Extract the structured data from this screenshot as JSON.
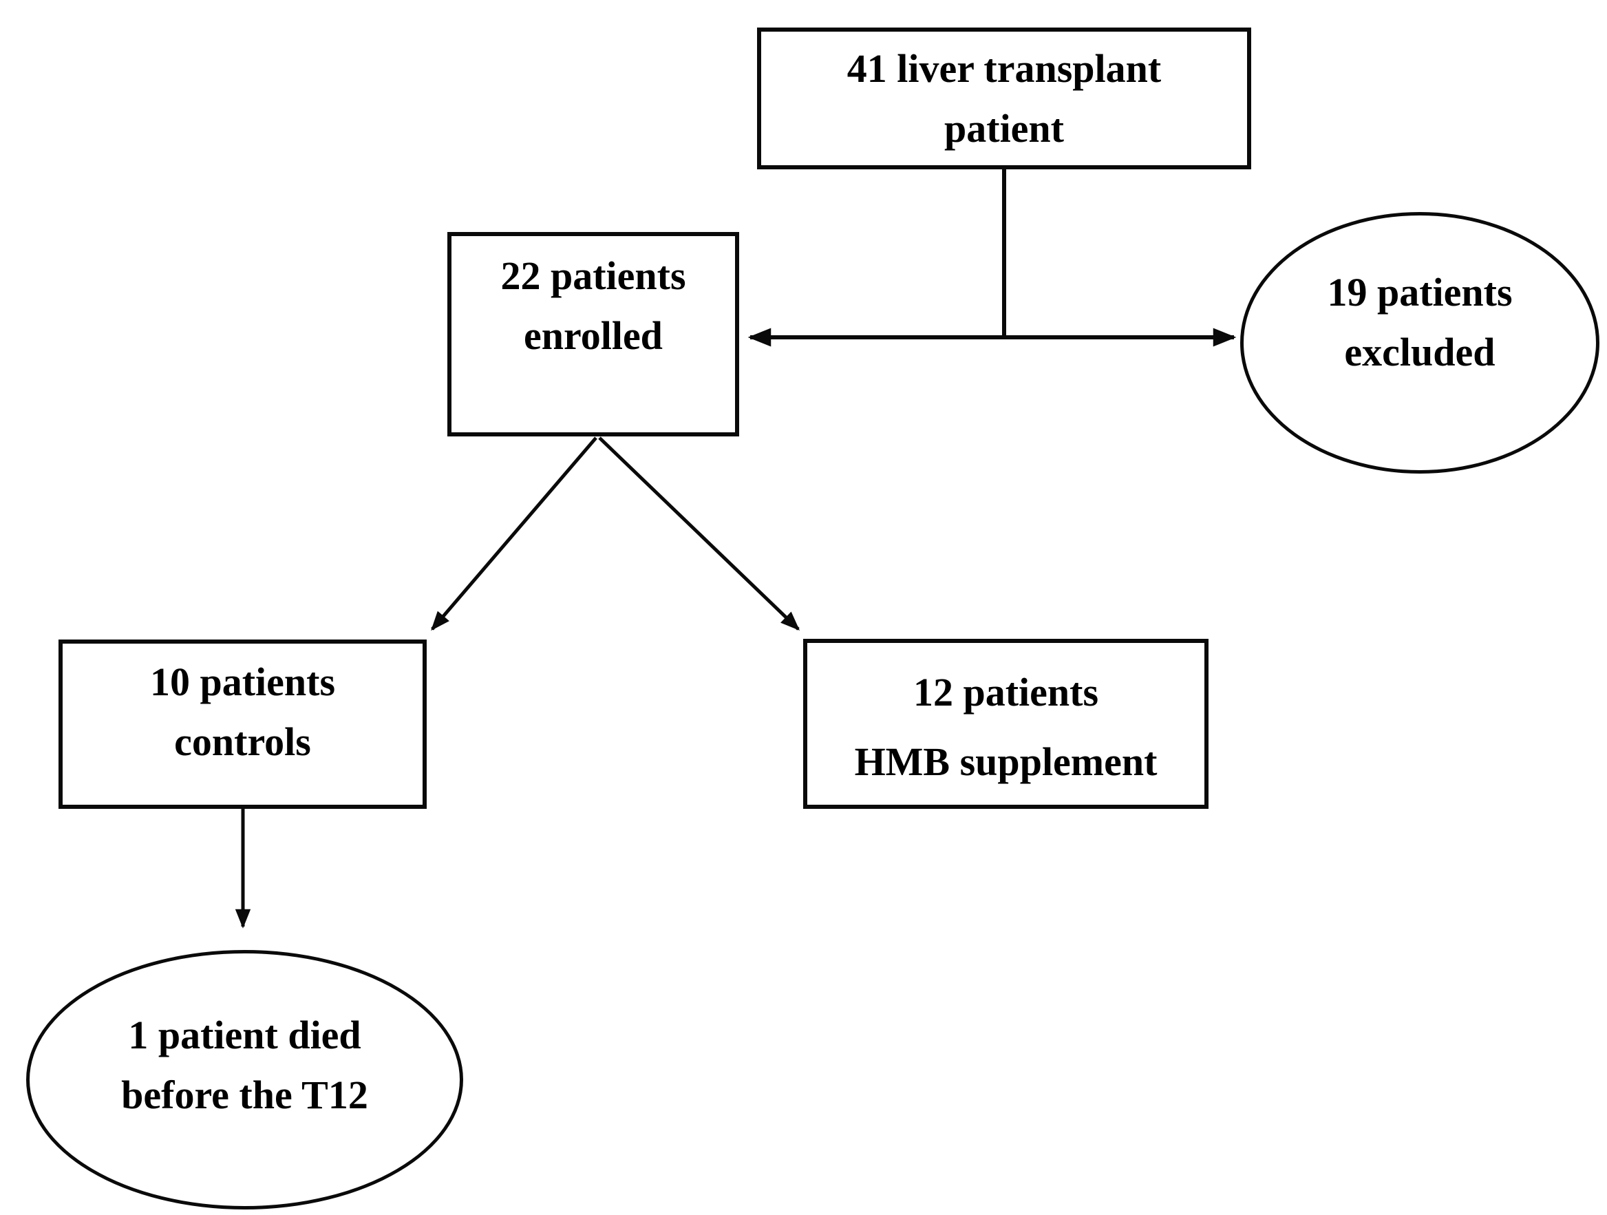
{
  "diagram": {
    "type": "flowchart",
    "colors": {
      "stroke": "#0a0a0a",
      "background": "#ffffff",
      "text": "#000000"
    },
    "nodes": {
      "total": {
        "shape": "rectangle",
        "line1": "41 liver transplant",
        "line2": "patient"
      },
      "enrolled": {
        "shape": "rectangle",
        "line1": "22 patients",
        "line2": "enrolled"
      },
      "excluded": {
        "shape": "ellipse",
        "line1": "19 patients",
        "line2": "excluded"
      },
      "controls": {
        "shape": "rectangle",
        "line1": "10 patients",
        "line2": "controls"
      },
      "hmb": {
        "shape": "rectangle",
        "line1": "12 patients",
        "line2": "HMB supplement"
      },
      "died": {
        "shape": "ellipse",
        "line1": "1 patient died",
        "line2": "before the T12"
      }
    },
    "edges": [
      {
        "from": "total",
        "to": "enrolled",
        "arrow": true
      },
      {
        "from": "total",
        "to": "excluded",
        "arrow": true
      },
      {
        "from": "enrolled",
        "to": "controls",
        "arrow": true
      },
      {
        "from": "enrolled",
        "to": "hmb",
        "arrow": true
      },
      {
        "from": "controls",
        "to": "died",
        "arrow": true
      }
    ]
  }
}
